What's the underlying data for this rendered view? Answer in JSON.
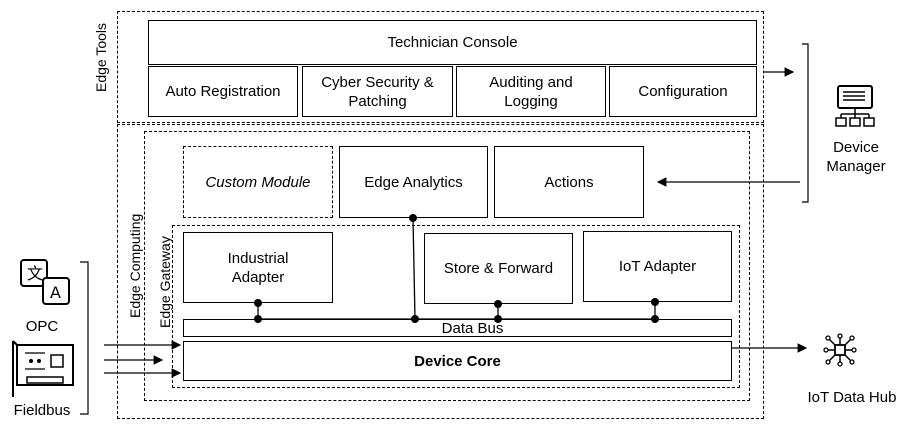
{
  "edge_tools": {
    "label": "Edge Tools",
    "technician_console": "Technician Console",
    "modules": [
      "Auto Registration",
      "Cyber Security & Patching",
      "Auditing and Logging",
      "Configuration"
    ]
  },
  "edge_computing": {
    "label": "Edge Computing",
    "custom_module": "Custom Module",
    "edge_analytics": "Edge Analytics",
    "actions": "Actions"
  },
  "edge_gateway": {
    "label": "Edge Gateway",
    "industrial_adapter": "Industrial Adapter",
    "store_forward": "Store & Forward",
    "iot_adapter": "IoT Adapter",
    "data_bus": "Data Bus",
    "device_core": "Device Core"
  },
  "external": {
    "device_manager": "Device Manager",
    "opc": "OPC",
    "fieldbus": "Fieldbus",
    "iot_data_hub": "IoT Data Hub"
  },
  "icons": {
    "device_manager": "network-monitor-icon",
    "opc": "translate-icon",
    "fieldbus": "circuit-board-icon",
    "iot_data_hub": "hub-network-icon"
  }
}
